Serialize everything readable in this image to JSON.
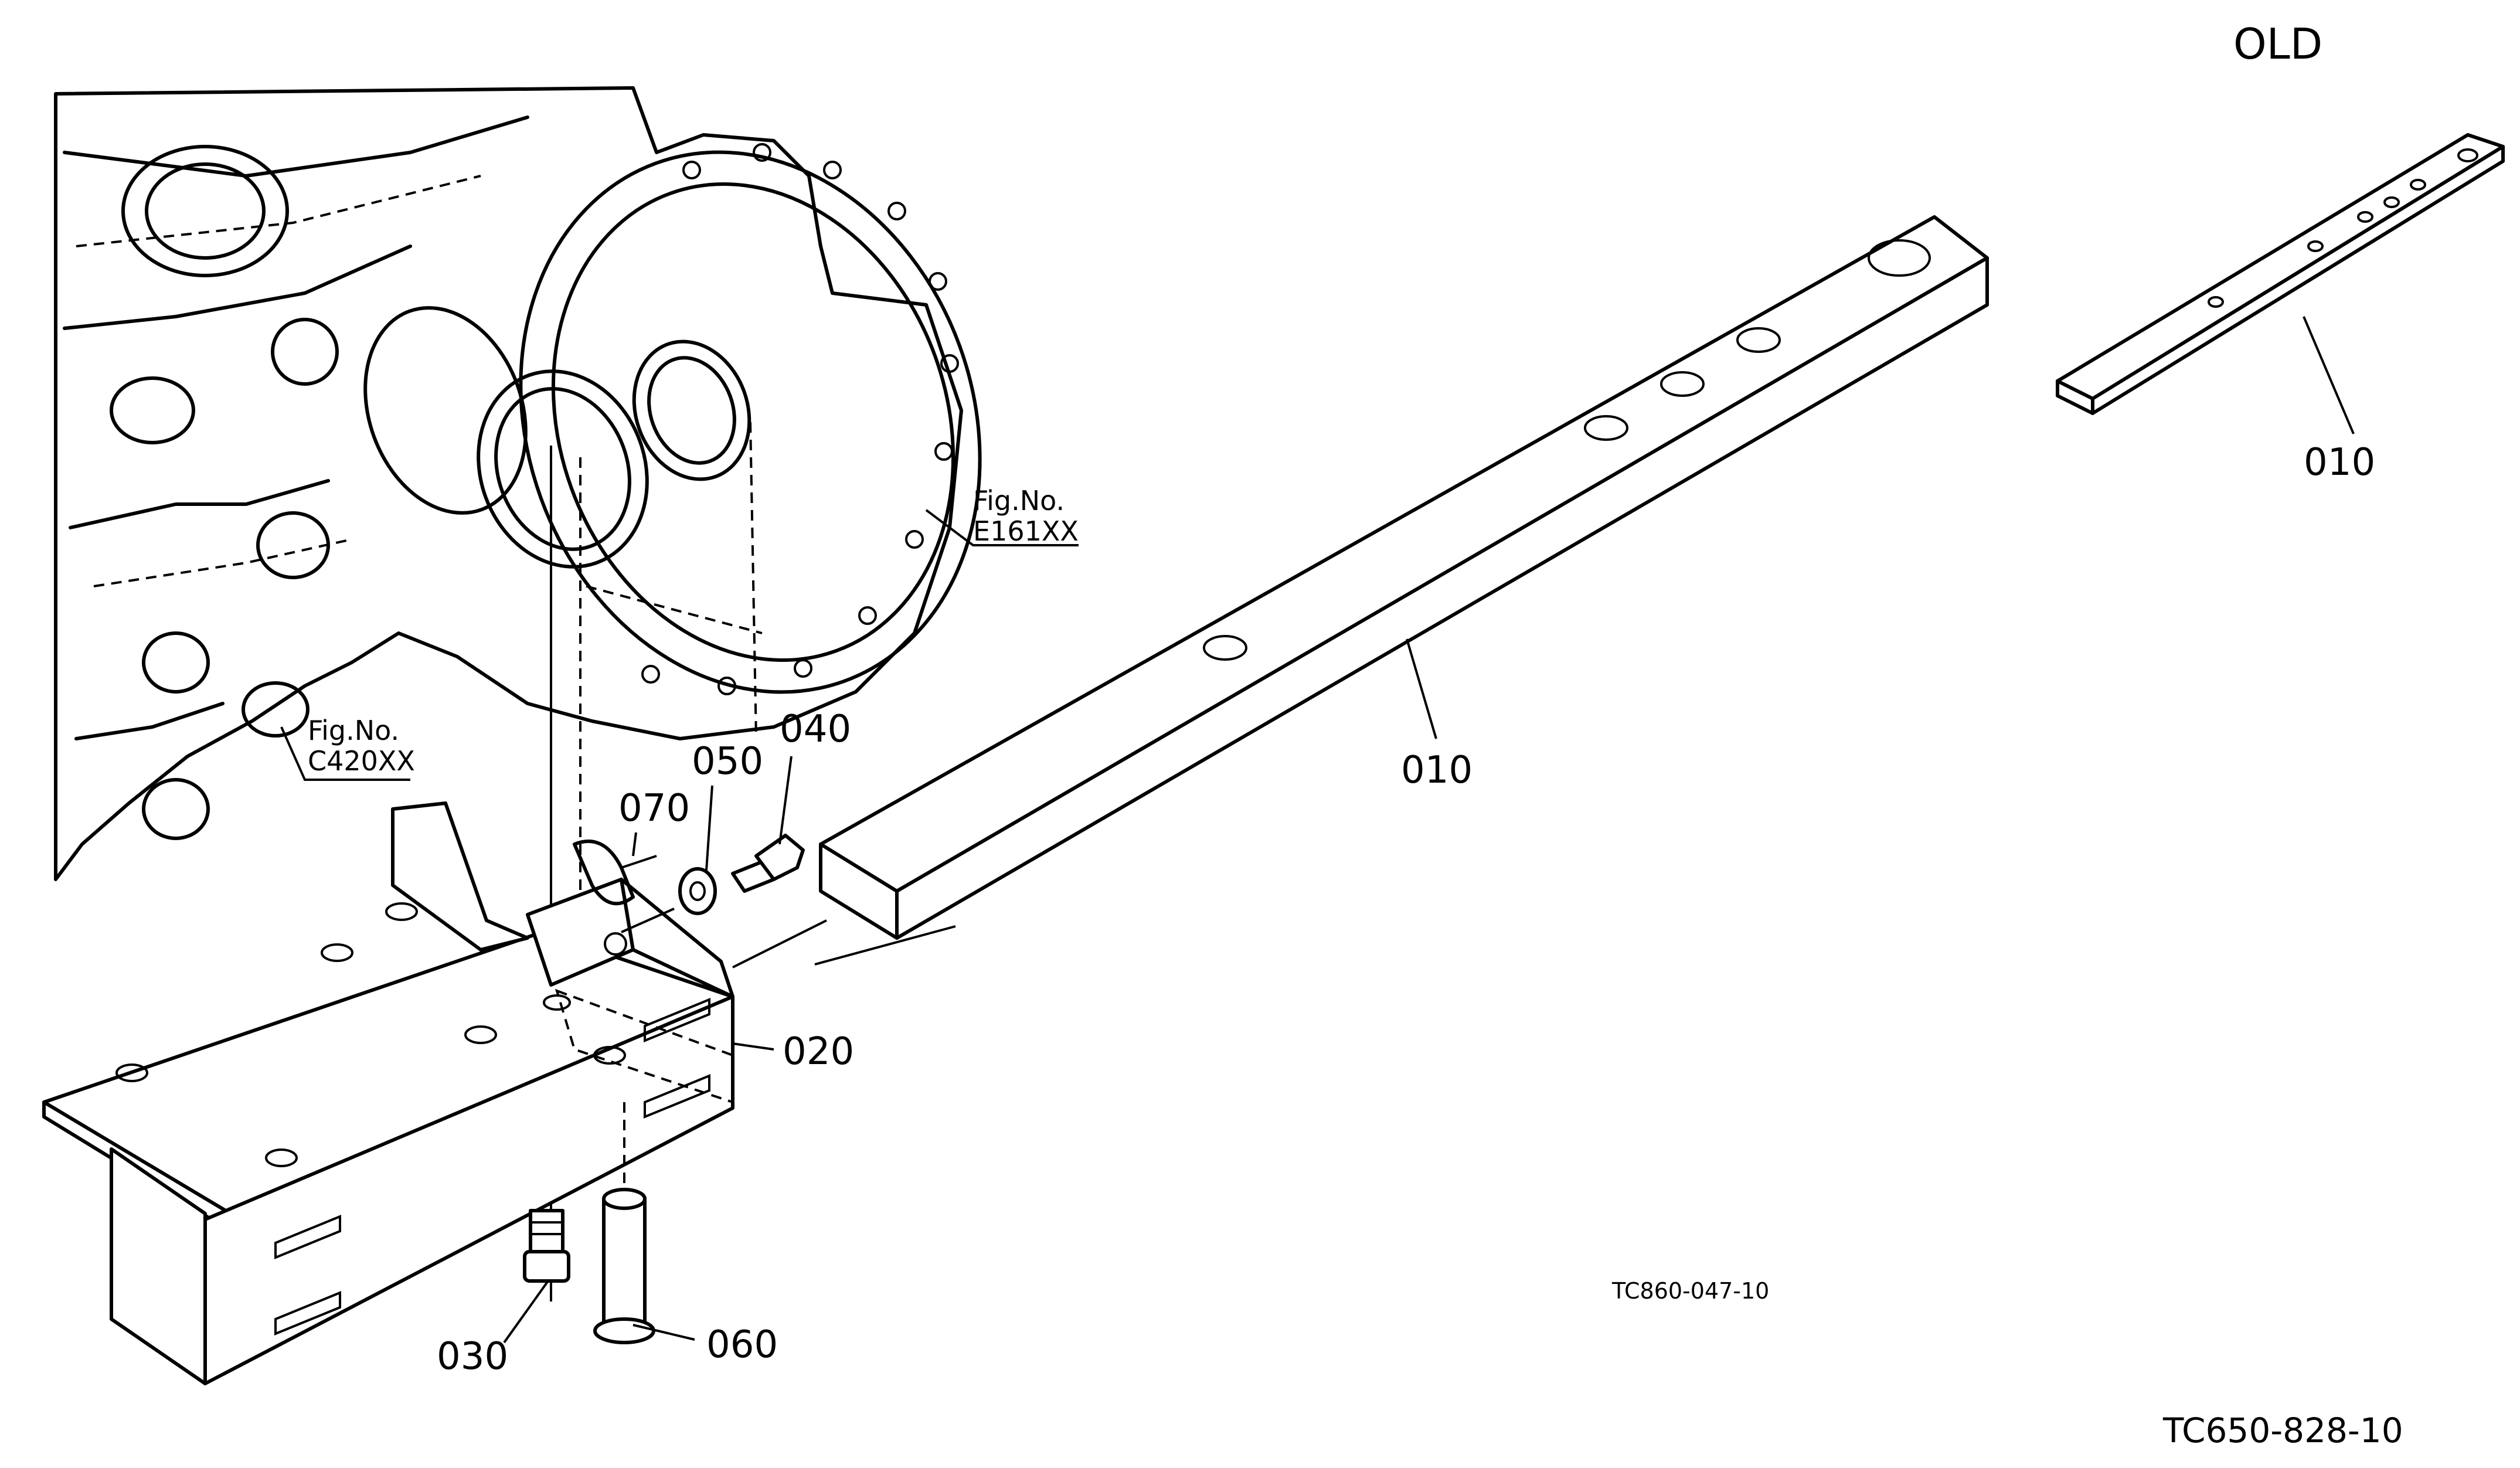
{
  "header": {
    "old_label": "OLD"
  },
  "figure_refs": [
    {
      "line1": "Fig.No.",
      "line2": "E161XX"
    },
    {
      "line1": "Fig.No.",
      "line2": "C420XX"
    }
  ],
  "parts": {
    "p010_old": "010",
    "p010_main": "010",
    "p020": "020",
    "p030": "030",
    "p040": "040",
    "p050": "050",
    "p060": "060",
    "p070": "070"
  },
  "codes": {
    "drawing_code": "TC860-047-10",
    "page_code": "TC650-828-10"
  }
}
